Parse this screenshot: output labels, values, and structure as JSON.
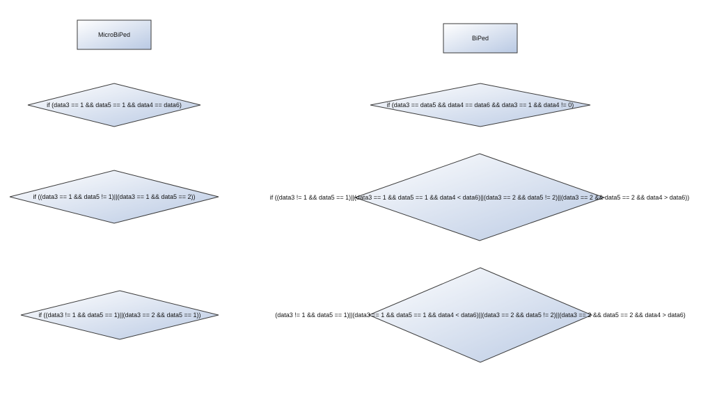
{
  "colors": {
    "fill_light": "#ffffff",
    "fill_dark": "#b9c9e3",
    "stroke": "#3a3a3a",
    "text": "#111111",
    "background": "#ffffff"
  },
  "nodes": {
    "micro_title": "MicroBiPed",
    "biped_title": "BiPed",
    "micro_cond_1": "if (data3 == 1 && data5 == 1 && data4 == data6)",
    "micro_cond_2": "if ((data3 == 1 && data5 != 1)||(data3 == 1 && data5 == 2))",
    "micro_cond_3": "if ((data3 != 1 && data5 == 1)||(data3 == 2 && data5 == 1))",
    "biped_cond_1": "if (data3 == data5 && data4 == data6 && data3 == 1 && data4 != 0)",
    "biped_cond_2": "if ((data3 != 1 && data5 == 1)||(data3 == 1 && data5 == 1 && data4 < data6)||(data3 == 2 && data5 != 2)||(data3 == 2 && data5 == 2 && data4 > data6))",
    "biped_cond_3": "(data3 != 1 && data5 == 1)||(data3 == 1 && data5 == 1 && data4 < data6)||(data3 == 2 && data5 != 2)||(data3 == 2 && data5 == 2 && data4 > data6)"
  }
}
